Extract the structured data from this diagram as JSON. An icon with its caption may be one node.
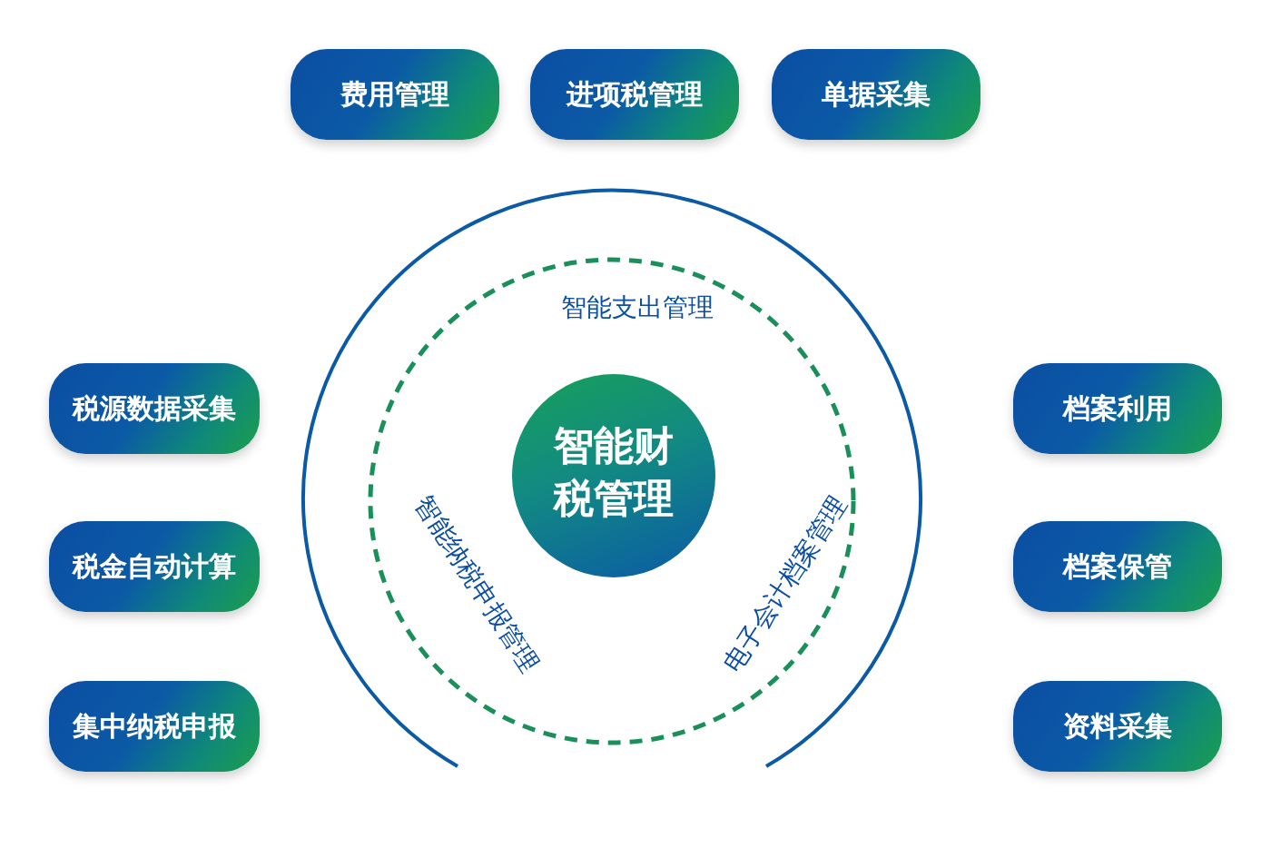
{
  "diagram": {
    "nodes": [
      {
        "text": [
          "费用管理"
        ]
      },
      {
        "text": [
          "进项税管理"
        ]
      },
      {
        "text": [
          "单据采集"
        ]
      },
      {
        "text": [
          "税源数据采集"
        ]
      },
      {
        "text": [
          "智能财税管理"
        ]
      },
      {
        "text": [
          "档案利用"
        ]
      },
      {
        "text": [
          "税金自动计算"
        ]
      },
      {
        "text": [
          "档案保管"
        ]
      },
      {
        "text": [
          "集中纳税申报"
        ]
      },
      {
        "text": [
          "资料采集"
        ]
      }
    ],
    "labels": [
      "智能支出管理",
      "智能纳税申报管理",
      "电子会计档案管理"
    ]
  }
}
